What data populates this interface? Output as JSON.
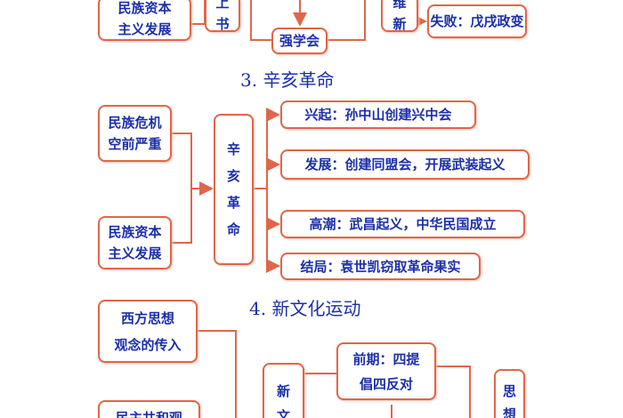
{
  "top": {
    "capital": [
      "民族资本",
      "主义发展"
    ],
    "shangshu": [
      "上",
      "书"
    ],
    "qiangxuehui": "强学会",
    "weixin": [
      "维",
      "新"
    ],
    "failure": "失败：戊戌政变"
  },
  "section3": {
    "title": "3. 辛亥革命",
    "crisis": [
      "民族危机",
      "空前严重"
    ],
    "capital": [
      "民族资本",
      "主义发展"
    ],
    "center": [
      "辛",
      "亥",
      "革",
      "命"
    ],
    "items": [
      "兴起：孙中山创建兴中会",
      "发展：创建同盟会，开展武装起义",
      "高潮：武昌起义，中华民国成立",
      "结局：袁世凯窃取革命果实"
    ]
  },
  "section4": {
    "title": "4. 新文化运动",
    "western": [
      "西方思想",
      "观念的传入"
    ],
    "democracy": "民主共和观",
    "center": [
      "新",
      "文"
    ],
    "early": [
      "前期：四提",
      "倡四反对"
    ],
    "thought": [
      "思",
      "想"
    ]
  },
  "colors": {
    "line": "#e0664a",
    "text": "#1c2fa8"
  }
}
